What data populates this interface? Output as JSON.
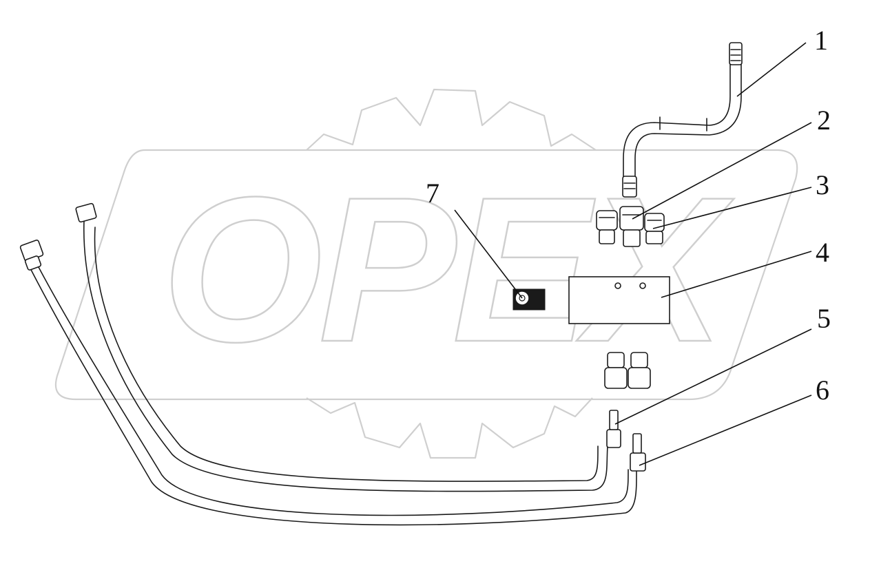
{
  "watermark": {
    "text": "OPEX"
  },
  "callouts": [
    {
      "id": 1,
      "label": "1"
    },
    {
      "id": 2,
      "label": "2"
    },
    {
      "id": 3,
      "label": "3"
    },
    {
      "id": 4,
      "label": "4"
    },
    {
      "id": 5,
      "label": "5"
    },
    {
      "id": 6,
      "label": "6"
    },
    {
      "id": 7,
      "label": "7"
    }
  ],
  "colors": {
    "line": "#1a1a1a",
    "watermark": "#cfcfcf",
    "background": "#ffffff"
  }
}
